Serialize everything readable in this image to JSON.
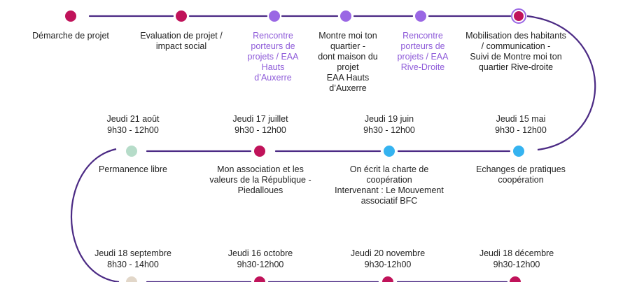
{
  "colors": {
    "line": "#4b2a84",
    "magenta": "#c0135a",
    "violet": "#9a67e4",
    "blue": "#35b3f0",
    "mint": "#b6dcc9",
    "beige": "#e2d7c9",
    "text": "#222222",
    "purple_text": "#8e5bd9"
  },
  "row1": {
    "events": [
      {
        "color": "magenta",
        "text": [
          "Démarche de projet"
        ],
        "style": "normal"
      },
      {
        "color": "magenta",
        "text": [
          "Evaluation de projet /",
          "impact social"
        ],
        "style": "normal"
      },
      {
        "color": "violet",
        "text": [
          "Rencontre",
          "porteurs de",
          "projets /  EAA",
          "Hauts",
          "d’Auxerre"
        ],
        "style": "purple"
      },
      {
        "color": "violet",
        "text": [
          "Montre moi ton",
          "quartier -",
          "dont maison du",
          "projet",
          "EAA Hauts",
          "d’Auxerre"
        ],
        "style": "normal"
      },
      {
        "color": "violet",
        "text": [
          "Rencontre",
          "porteurs de",
          "projets /  EAA",
          "Rive-Droite"
        ],
        "style": "purple"
      },
      {
        "color": "magenta",
        "text": [
          "Mobilisation des habitants",
          "/ communication -",
          "Suivi de Montre moi ton",
          "quartier Rive-droite"
        ],
        "style": "normal"
      }
    ]
  },
  "row2": {
    "events": [
      {
        "date": "Jeudi 21 août",
        "time": "9h30 - 12h00",
        "color": "mint",
        "text": [
          "Permanence libre"
        ]
      },
      {
        "date": "Jeudi 17 juillet",
        "time": "9h30 - 12h00",
        "color": "magenta",
        "text": [
          "Mon association et les",
          "valeurs de la République -",
          "Piedalloues"
        ]
      },
      {
        "date": "Jeudi 19 juin",
        "time": "9h30 - 12h00",
        "color": "blue",
        "text": [
          "On écrit la charte de",
          "coopération",
          "Intervenant : Le Mouvement",
          "associatif BFC"
        ]
      },
      {
        "date": "Jeudi 15 mai",
        "time": "9h30 - 12h00",
        "color": "blue",
        "text": [
          "Echanges de pratiques",
          "coopération"
        ]
      }
    ]
  },
  "row3": {
    "events": [
      {
        "date": "Jeudi 18 septembre",
        "time": "8h30 - 14h00",
        "color": "beige"
      },
      {
        "date": "Jeudi 16 octobre",
        "time": "9h30-12h00",
        "color": "magenta"
      },
      {
        "date": "Jeudi 20 novembre",
        "time": "9h30-12h00",
        "color": "magenta"
      },
      {
        "date": "Jeudi 18 décembre",
        "time": "9h30-12h00",
        "color": "magenta"
      }
    ]
  }
}
